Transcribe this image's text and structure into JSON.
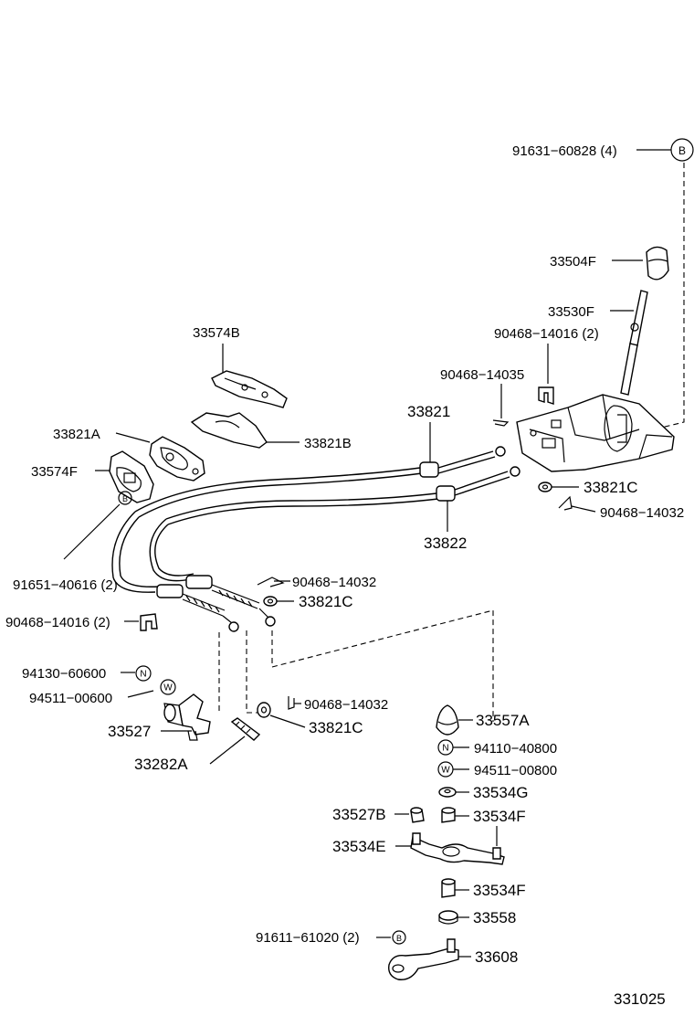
{
  "labels": {
    "p91631": "91631−60828 (4)",
    "p33504F": "33504F",
    "p33530F": "33530F",
    "p90468_14016_top": "90468−14016 (2)",
    "p90468_14035": "90468−14035",
    "p33574B": "33574B",
    "p33821": "33821",
    "p33821A": "33821A",
    "p33821B": "33821B",
    "p33574F": "33574F",
    "p33821C_right": "33821C",
    "p90468_14032_right": "90468−14032",
    "p33822": "33822",
    "p91651": "91651−40616 (2)",
    "p90468_14032_mid": "90468−14032",
    "p33821C_mid": "33821C",
    "p90468_14016_left": "90468−14016 (2)",
    "p94130": "94130−60600",
    "p94511_left": "94511−00600",
    "p90468_14032_low": "90468−14032",
    "p33527": "33527",
    "p33821C_low": "33821C",
    "p33282A": "33282A",
    "p33557A": "33557A",
    "p94110": "94110−40800",
    "p94511_right": "94511−00800",
    "p33534G": "33534G",
    "p33527B": "33527B",
    "p33534F_a": "33534F",
    "p33534E": "33534E",
    "p33534F_b": "33534F",
    "p33558": "33558",
    "p91611": "91611−61020 (2)",
    "p33608": "33608",
    "figure_code": "331025"
  },
  "markers": {
    "B": "B",
    "N": "N",
    "W": "W"
  }
}
